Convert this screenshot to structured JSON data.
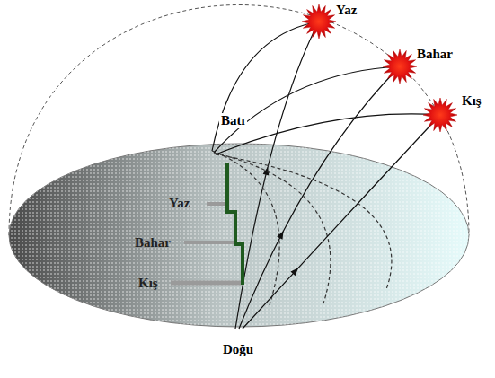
{
  "diagram": {
    "labels": [
      "Yaz",
      "Bahar",
      "Kış",
      "Batı",
      "Yaz",
      "Bahar",
      "Kış",
      "Doğu"
    ]
  }
}
